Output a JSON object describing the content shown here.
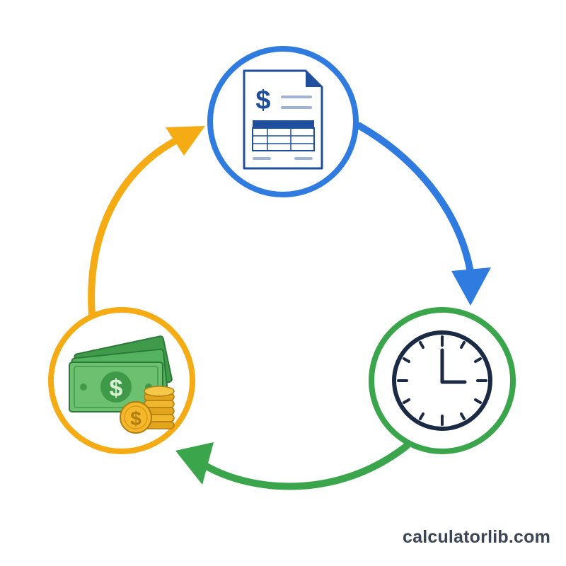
{
  "diagram": {
    "type": "cycle",
    "nodes": [
      {
        "id": "invoice",
        "icon": "invoice-dollar-icon",
        "ring_color": "#2f7be0"
      },
      {
        "id": "clock",
        "icon": "clock-icon",
        "ring_color": "#3aa54a"
      },
      {
        "id": "payment",
        "icon": "cash-and-coins-icon",
        "ring_color": "#f4ab14"
      }
    ],
    "edges": [
      {
        "from": "invoice",
        "to": "clock",
        "color": "#2f7be0"
      },
      {
        "from": "clock",
        "to": "payment",
        "color": "#3aa54a"
      },
      {
        "from": "payment",
        "to": "invoice",
        "color": "#f4ab14"
      }
    ],
    "clock_time_shown": "3:00"
  },
  "watermark": {
    "text": "calculatorlib.com"
  }
}
